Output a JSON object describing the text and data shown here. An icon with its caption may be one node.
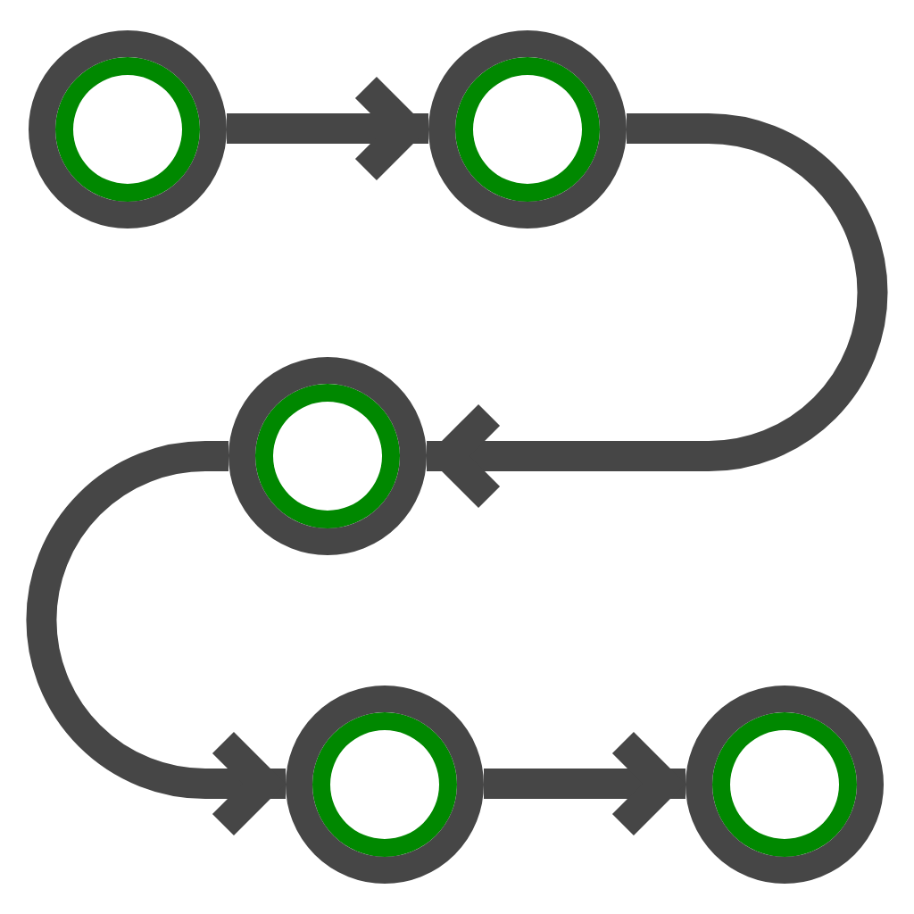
{
  "diagram": {
    "nodes": [
      {
        "text": [],
        "shape": "circle"
      },
      {
        "text": [],
        "shape": "circle"
      },
      {
        "text": [],
        "shape": "circle"
      },
      {
        "text": [],
        "shape": "circle"
      },
      {
        "text": [],
        "shape": "circle"
      }
    ],
    "edges": [
      {
        "from": 0,
        "to": 1,
        "arrow": "to"
      },
      {
        "from": 1,
        "to": 2,
        "arrow": "to"
      },
      {
        "from": 2,
        "to": 3,
        "arrow": "to"
      },
      {
        "from": 3,
        "to": 4,
        "arrow": "to"
      }
    ]
  }
}
